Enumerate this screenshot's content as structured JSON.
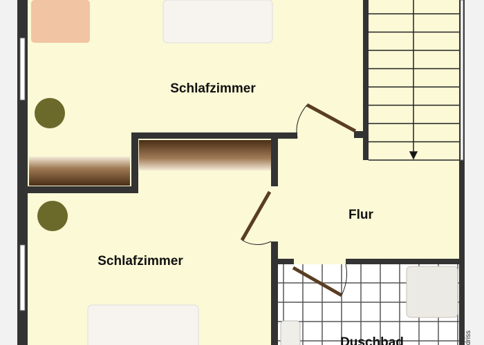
{
  "rooms": [
    {
      "name": "Schlafzimmer"
    },
    {
      "name": "Schlafzimmer"
    },
    {
      "name": "Flur"
    },
    {
      "name": "Duschbad"
    }
  ],
  "side_text": "driss",
  "colors": {
    "floor": "#fbf9d6",
    "wall": "#333333",
    "tile_lines": "#555555",
    "closet": "#6b4a2c",
    "plant": "#6b6a2a"
  }
}
